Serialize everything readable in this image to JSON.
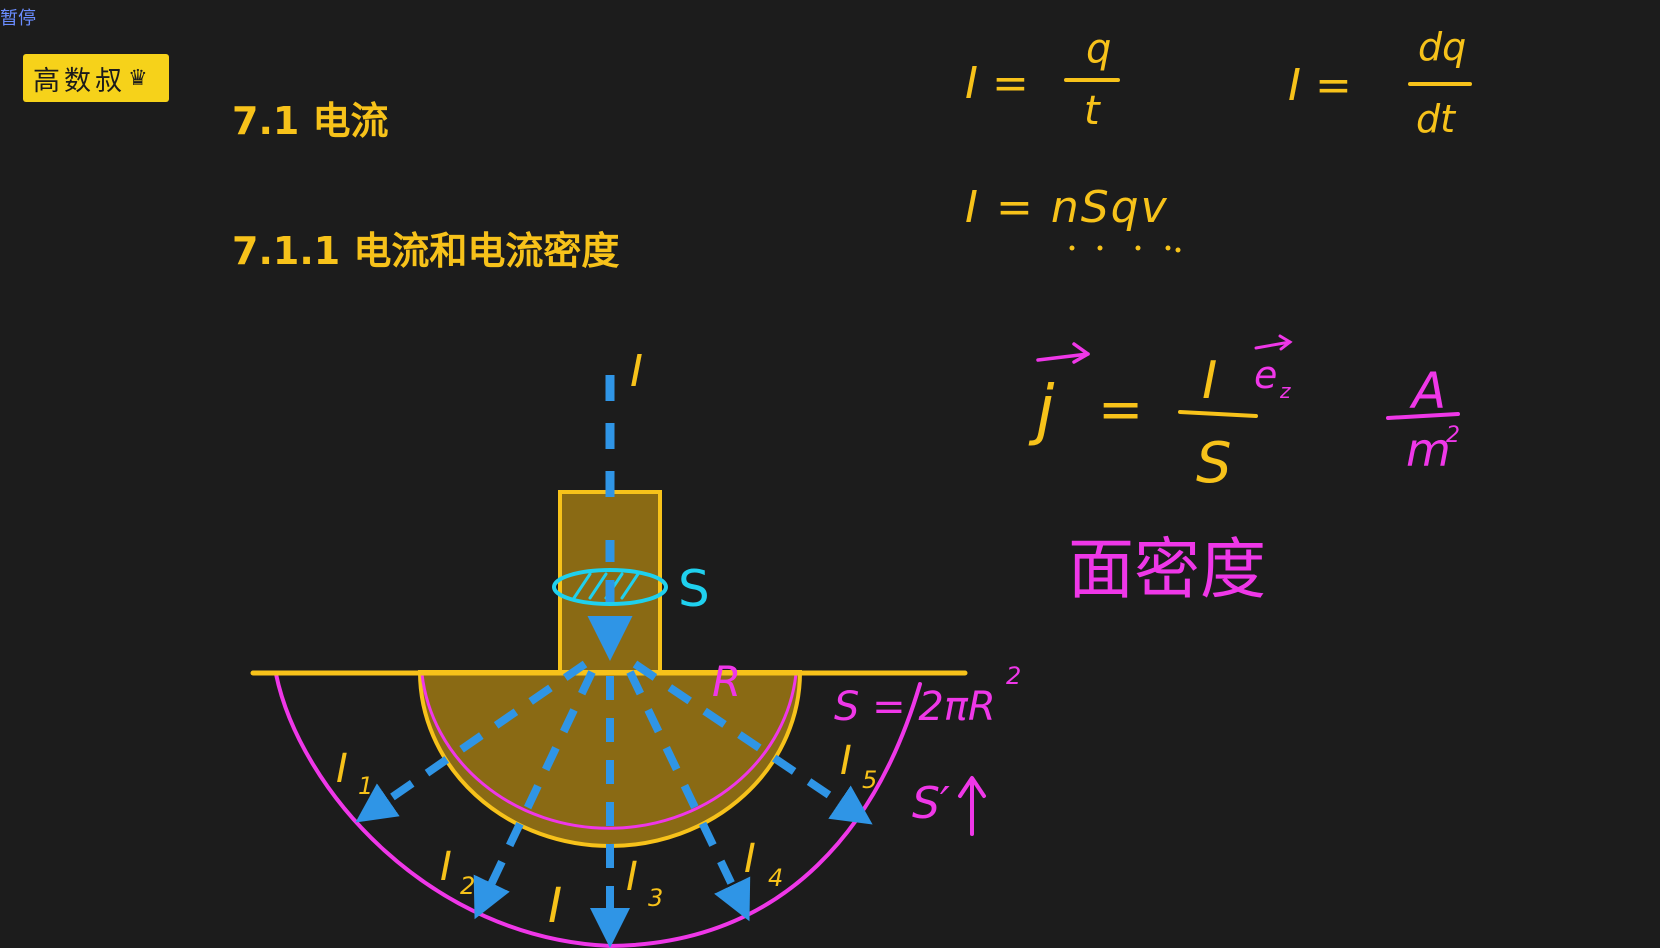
{
  "corner_text": "暂停",
  "logo": {
    "text": "高数叔",
    "icon": "crown-icon"
  },
  "headings": {
    "section": "7.1 电流",
    "subsection": "7.1.1 电流和电流密度"
  },
  "formulas": {
    "f1_lhs": "I =",
    "f1_num": "q",
    "f1_den": "t",
    "f2_lhs": "I =",
    "f2_num": "dq",
    "f2_den": "dt",
    "f3": "I = nSqv",
    "j_vec": "j",
    "j_eq": "=",
    "j_num": "I",
    "j_unit_vec": "e",
    "j_unit_sub": "z",
    "j_den": "S",
    "unit_num": "A",
    "unit_den": "m",
    "unit_pow": "2",
    "density_note": "面密度"
  },
  "diagram": {
    "current_top": "I",
    "area_label": "S",
    "radius_label": "R",
    "area_formula": "S = 2πR",
    "area_formula_pow": "2",
    "outer_surface": "S′",
    "branch_labels": [
      "I",
      "I",
      "I",
      "I",
      "I"
    ],
    "branch_subs": [
      "1",
      "2",
      "3",
      "4",
      "5"
    ],
    "current_bottom": "I"
  },
  "colors": {
    "background": "#1c1c1c",
    "yellow": "#f7c21a",
    "blue_arrow": "#2f95e6",
    "magenta": "#ef37e8",
    "cyan": "#1fd0ee",
    "fill": "#8a6a14"
  }
}
